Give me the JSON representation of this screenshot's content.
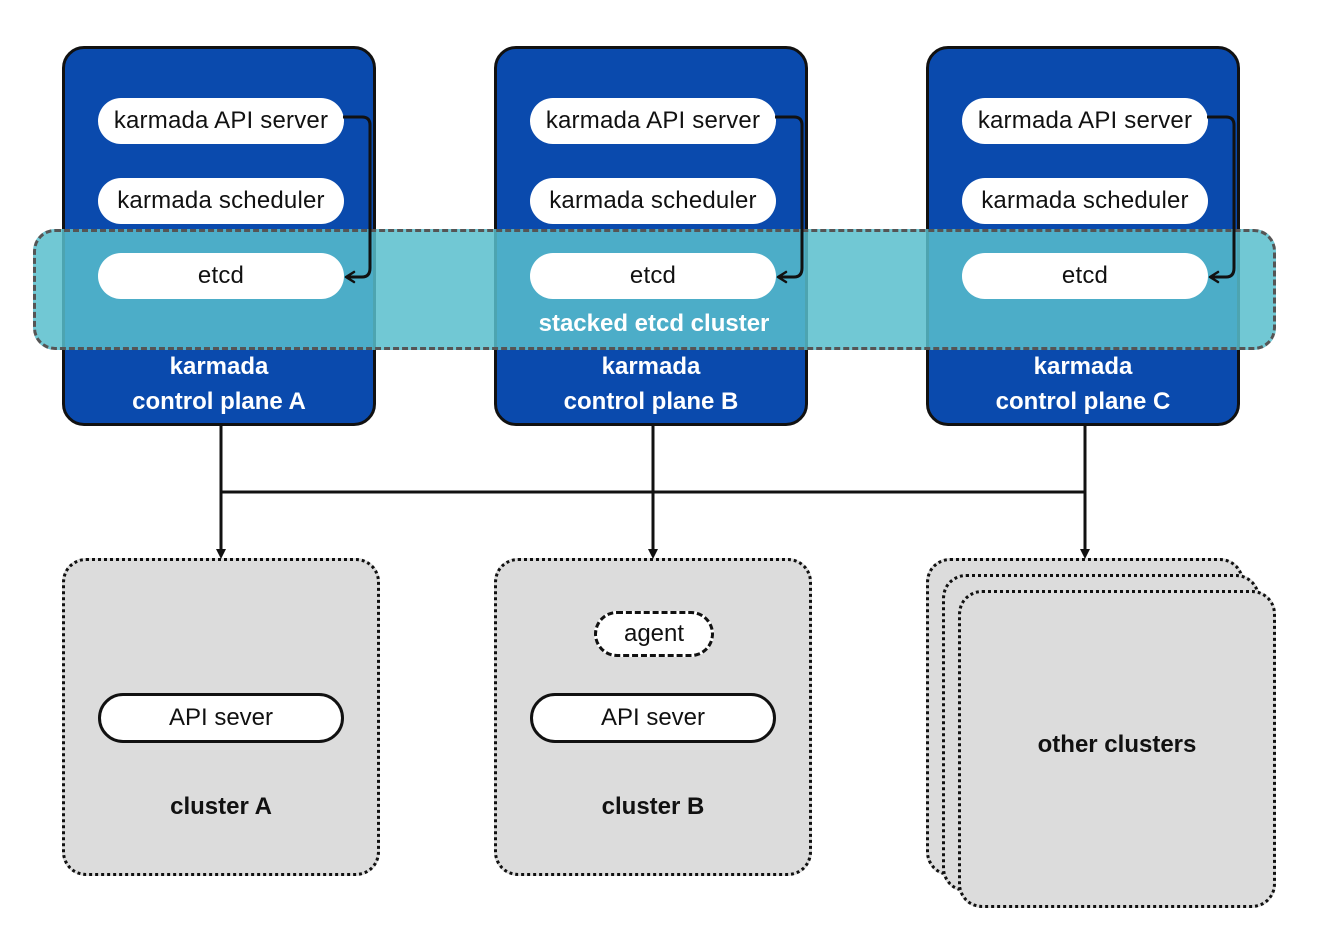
{
  "control_planes": [
    {
      "api_server": "karmada API server",
      "scheduler": "karmada scheduler",
      "etcd": "etcd",
      "title_line1": "karmada",
      "title_line2": "control plane A"
    },
    {
      "api_server": "karmada API server",
      "scheduler": "karmada scheduler",
      "etcd": "etcd",
      "title_line1": "karmada",
      "title_line2": "control plane B"
    },
    {
      "api_server": "karmada API server",
      "scheduler": "karmada scheduler",
      "etcd": "etcd",
      "title_line1": "karmada",
      "title_line2": "control plane C"
    }
  ],
  "etcd_cluster_label": "stacked etcd cluster",
  "clusters": {
    "a": {
      "api": "API sever",
      "title": "cluster A"
    },
    "b": {
      "agent": "agent",
      "api": "API sever",
      "title": "cluster B"
    },
    "other": {
      "title": "other clusters"
    }
  },
  "colors": {
    "control_plane": "#0a4aad",
    "etcd_band": "#58becd",
    "cluster_bg": "#dcdcdc"
  }
}
